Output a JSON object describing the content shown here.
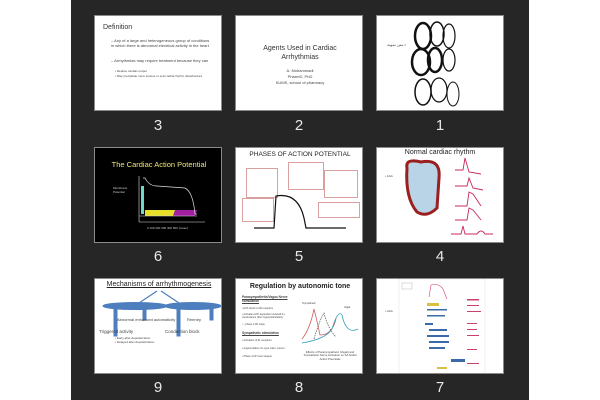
{
  "slides": [
    {
      "number": "3",
      "bullet": "Definition",
      "sub1": "– Any of a large and heterogeneous group of conditions in which there is abnormal electrical activity in the heart",
      "sub2": "– Arrhythmias may require treatment because they can",
      "sub2a": "• Reduce cardiac output",
      "sub2b": "• May precipitate more serious or even lethal rhythm disturbances"
    },
    {
      "number": "2",
      "title": "Agents Used in Cardiac Arrhythmias",
      "author": "A. Mohammadi",
      "degree": "PharmD, PhD",
      "affiliation": "KUMS, school of pharmacy"
    },
    {
      "number": "1",
      "bullet": "• متن نمونه"
    },
    {
      "number": "6",
      "title": "The Cardiac Action Potential",
      "ylabel": "Membrane Potential",
      "xlabel": "0 100 200 300 400 500 (msec)"
    },
    {
      "number": "5",
      "title": "PHASES OF ACTION POTENTIAL"
    },
    {
      "number": "4",
      "title": "Normal cardiac rhythm",
      "bullet": "• AAA"
    },
    {
      "number": "9",
      "title": "Mechanisms of arrhythmogenesis",
      "l1": "Abnormal enhanced automaticity",
      "l2": "Reentry",
      "l3": "Triggered activity",
      "l4": "Conduction block",
      "l5": "• Early after-depolarization",
      "l6": "• Delayed after depolarization"
    },
    {
      "number": "8",
      "title": "Regulation by autonomic tone",
      "h1": "Parasympathetic/Vagus Nerve stimulation",
      "b1": "• ACh binds to M2 receptors",
      "b2": "• Activates ACh dependent outward K+ conductance (thus hyperpolarization)",
      "b3": "• ↓ phase 4 AP slope",
      "h2": "Sympathetic stimulation",
      "b4": "• Activation of β1 receptors",
      "b5": "• Augmentation of L-type Ca2+ current",
      "b6": "• Phase 4 AP more steeper",
      "caption": "Effects of Parasympathetic (Vagal) and Sympathetic Nerve Activation on SA Nodal Action Potentials",
      "sym": "Sympathetic",
      "vagal": "Vagal"
    },
    {
      "number": "7",
      "bullet": "• AAA"
    }
  ]
}
